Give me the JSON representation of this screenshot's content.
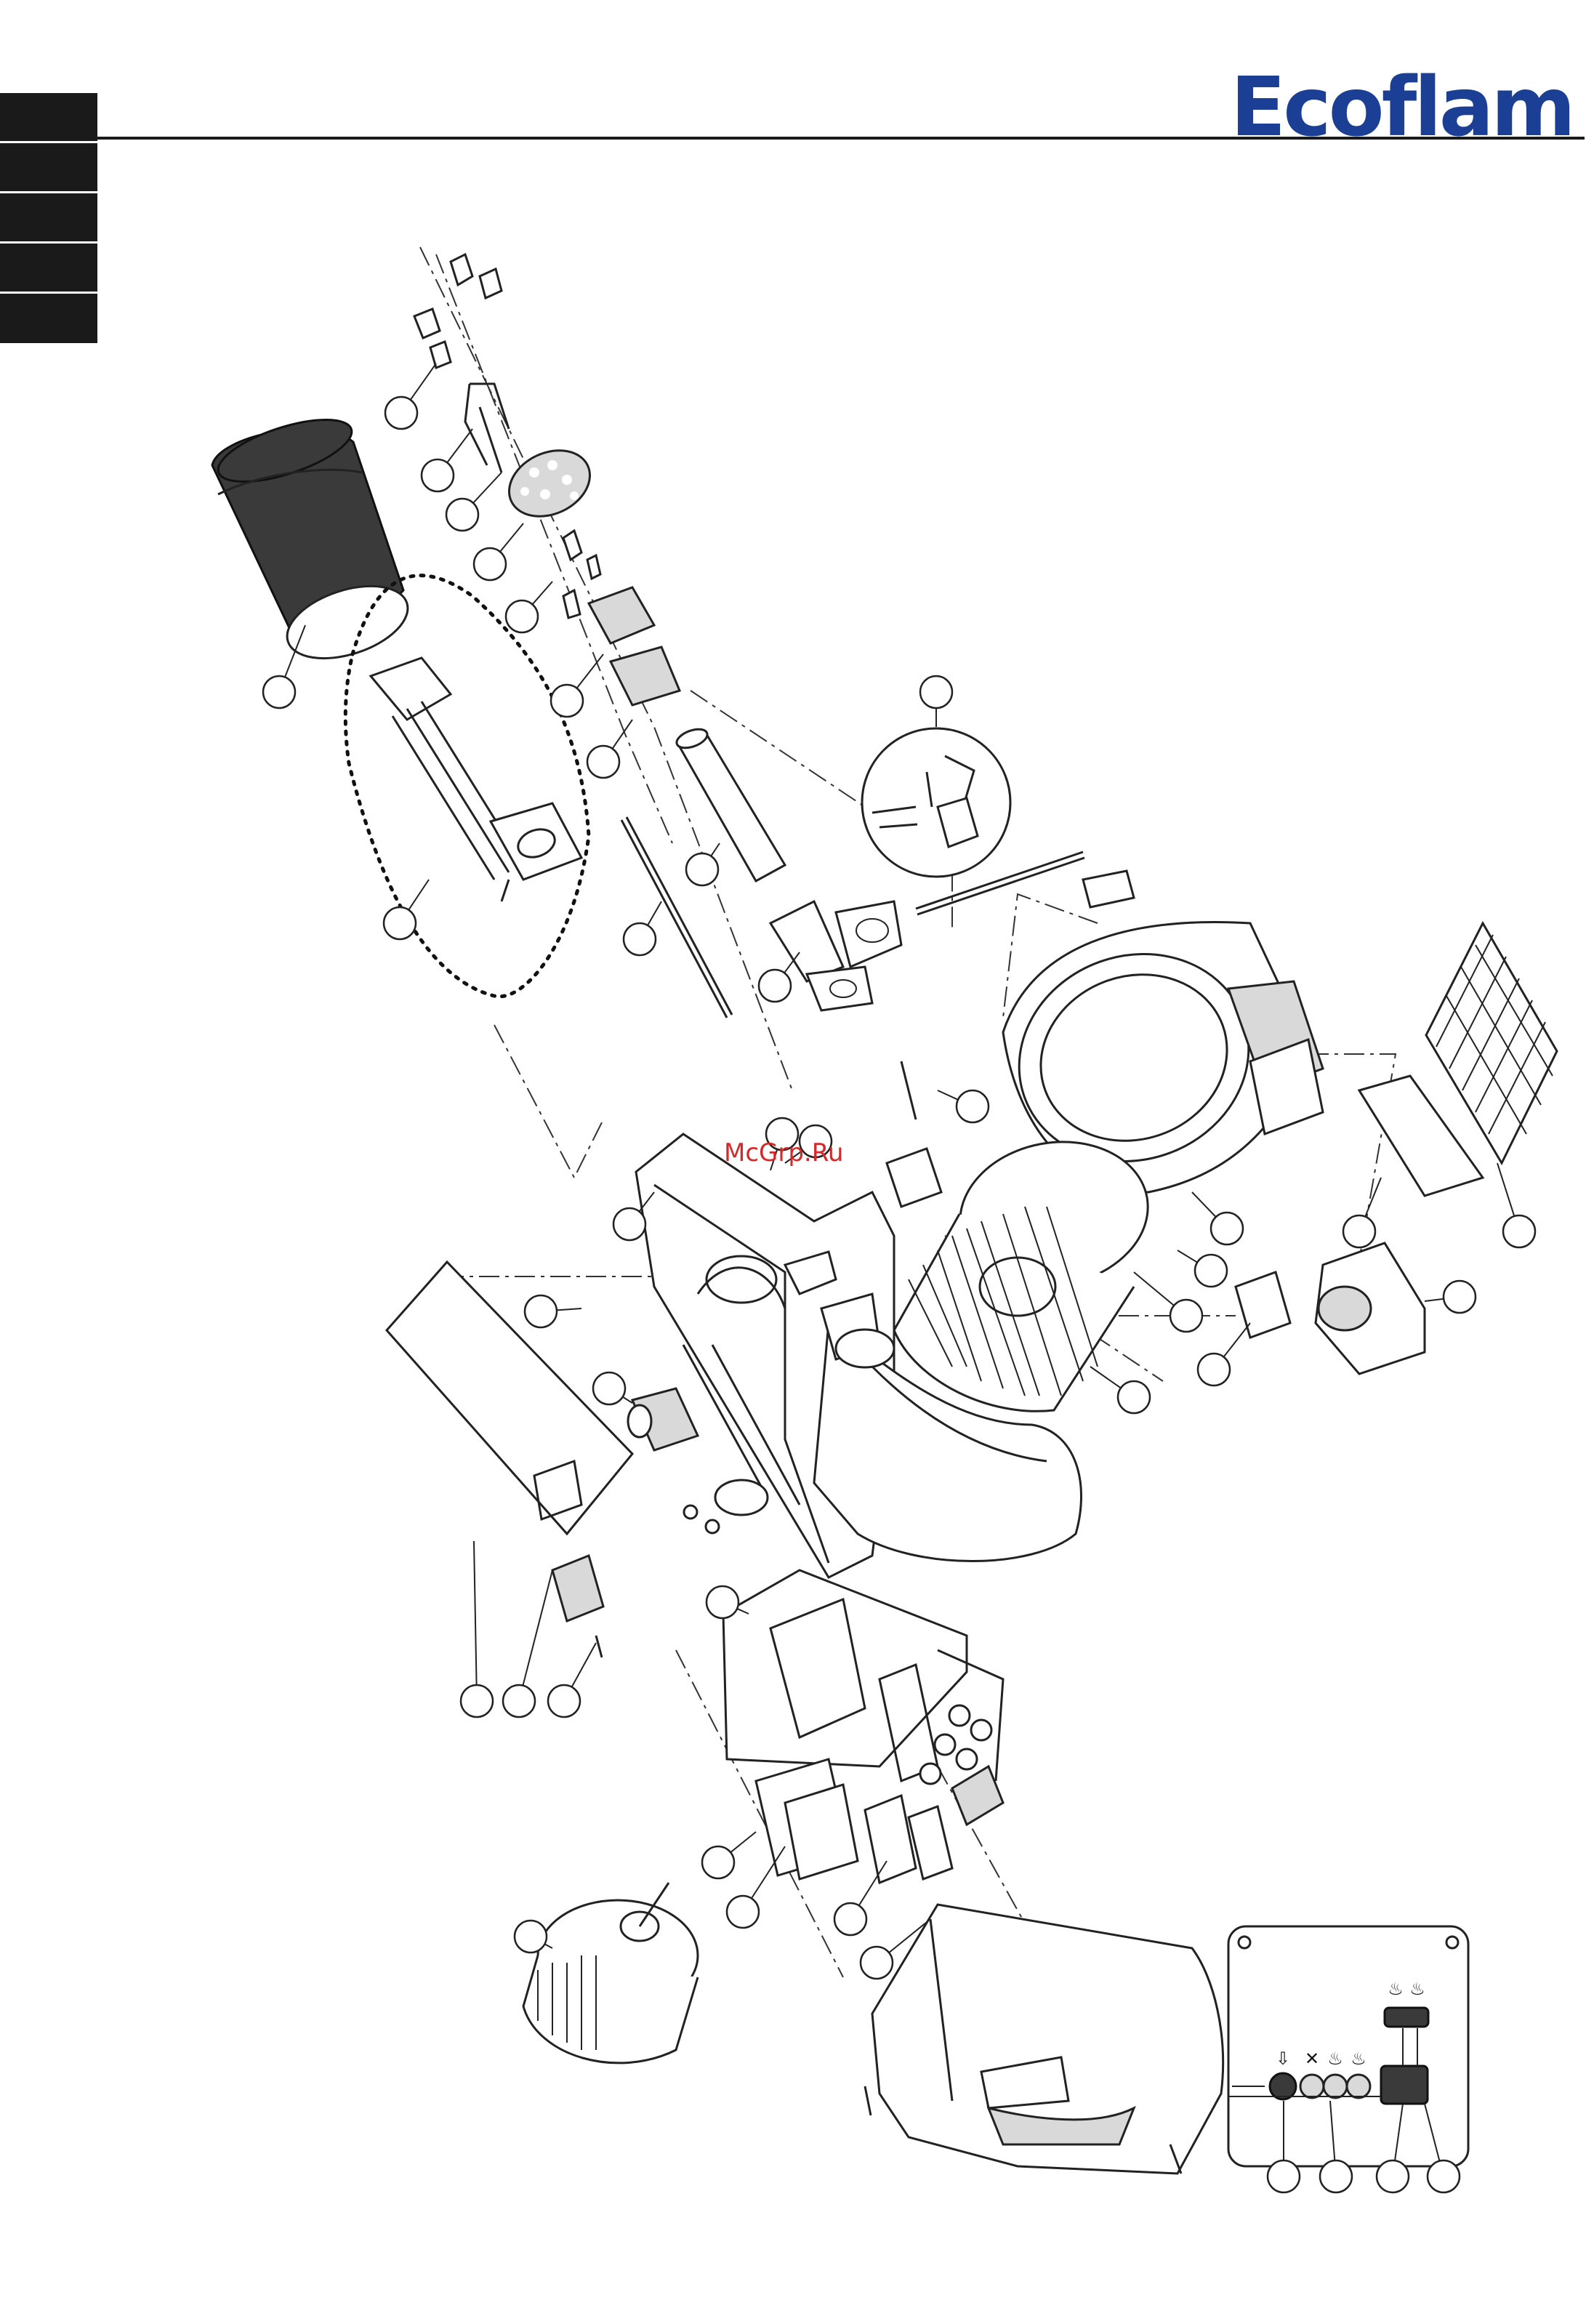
{
  "header": {
    "logo_text": "Ecoflam",
    "side_tab_count": 5
  },
  "watermark": {
    "text": "McGrp.Ru"
  },
  "colors": {
    "logo_blue": "#1b3f94",
    "watermark_red": "#d62828",
    "line": "#222222",
    "side_tab": "#1a1a1a"
  },
  "diagram": {
    "type": "exploded-parts-view",
    "callout_count": 34,
    "callout_labels": [],
    "panel_symbols": [
      "⇩",
      "✕",
      "♨",
      "♨",
      "♨",
      "♨"
    ]
  }
}
